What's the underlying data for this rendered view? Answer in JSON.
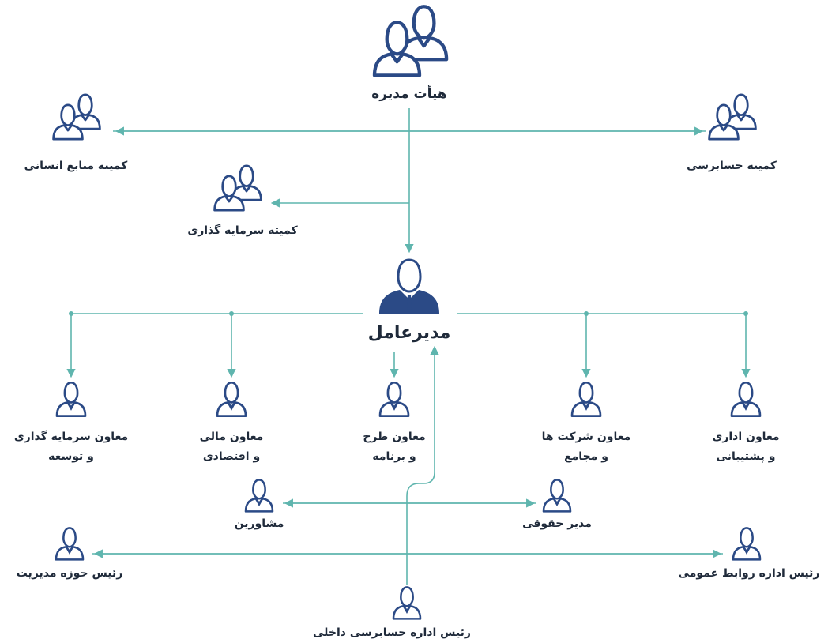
{
  "board": {
    "label": "هیأت مدیره",
    "icon": "group-icon"
  },
  "ceo": {
    "label": "مدیرعامل",
    "icon": "executive-icon"
  },
  "committees": [
    {
      "id": "hr",
      "label": "کمیته منابع انسانی",
      "icon": "group-icon"
    },
    {
      "id": "audit",
      "label": "کمیته حسابرسی",
      "icon": "group-icon"
    },
    {
      "id": "investment",
      "label": "کمیته سرمایه گذاری",
      "icon": "group-icon"
    }
  ],
  "deputies": [
    {
      "id": "investment-dev",
      "line1": "معاون سرمایه گذاری",
      "line2": "و توسعه",
      "icon": "person-icon"
    },
    {
      "id": "finance",
      "line1": "معاون مالی",
      "line2": "و اقتصادی",
      "icon": "person-icon"
    },
    {
      "id": "planning",
      "line1": "معاون طرح",
      "line2": "و برنامه",
      "icon": "person-icon"
    },
    {
      "id": "companies",
      "line1": "معاون شرکت ها",
      "line2": "و مجامع",
      "icon": "person-icon"
    },
    {
      "id": "admin",
      "line1": "معاون اداری",
      "line2": "و پشتیبانی",
      "icon": "person-icon"
    }
  ],
  "staff": [
    {
      "id": "advisors",
      "label": "مشاورین",
      "icon": "person-icon"
    },
    {
      "id": "legal",
      "label": "مدیر حقوقی",
      "icon": "person-icon"
    },
    {
      "id": "mgmt-office",
      "label": "رئیس حوزه مدیریت",
      "icon": "person-icon"
    },
    {
      "id": "public-relations",
      "label": "رئیس اداره روابط عمومی",
      "icon": "person-icon"
    },
    {
      "id": "internal-audit",
      "label": "رئیس اداره حسابرسی داخلی",
      "icon": "person-icon"
    }
  ],
  "colors": {
    "connector": "#5fb5ae",
    "icon": "#2b4a86",
    "text": "#1f2a3a"
  }
}
